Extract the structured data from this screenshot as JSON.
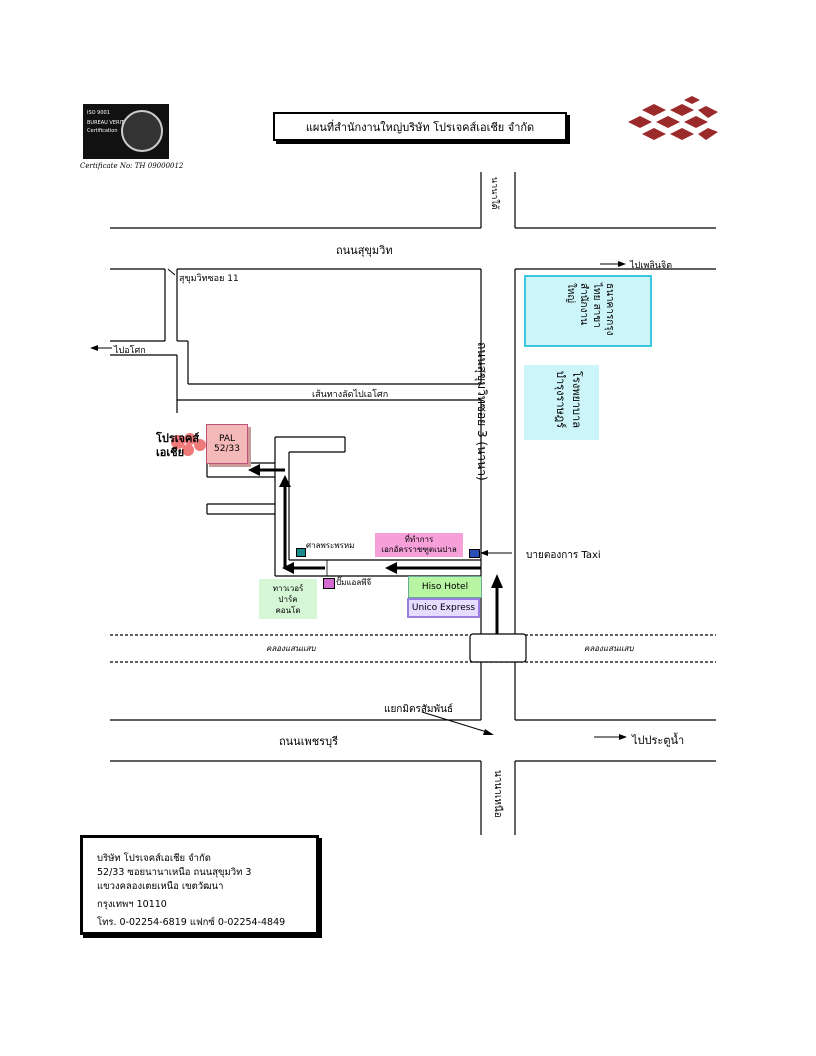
{
  "header": {
    "title": "แผนที่สำนักงานใหญ่บริษัท โปรเจคส์เอเชีย จำกัด",
    "cert_logo": {
      "line1": "ISO 9001",
      "line2": "BUREAU VERITAS",
      "line3": "Certification"
    },
    "certificate_no": "Certificate No: TH 09000012",
    "brand_color": "#9b2a2a"
  },
  "map": {
    "roads": {
      "sukhumvit": "ถนนสุขุมวิท",
      "phetchaburi": "ถนนเพชรบุรี",
      "nana_north": "ถนนสุขุมวิทซอย 3 (นานา)",
      "nana_top": "นานาใต้",
      "nana_bottom": "นานาเหนือ",
      "soi11": "สุขุมวิทซอย 11",
      "shortcut": "เส้นทางลัดไปเอโศก",
      "canal_left": "คลองแสนแสบ",
      "canal_right": "คลองแสนแสบ",
      "intersection": "แยกมิตรสัมพันธ์"
    },
    "directions": {
      "to_asok": "ไปอโศก",
      "to_ploenchit": "ไปเพลินจิต",
      "to_pratunam": "ไปประตูน้ำ"
    },
    "places": {
      "bank": "ธนาคารกรุงไทย สาขาสำนักงานใหญ่",
      "hospital": "โรงพยาบาลบำรุงราษฎร์",
      "company": "โปรเจคส์ เอเชีย",
      "pal_line1": "PAL",
      "pal_line2": "52/33",
      "embassy_line1": "ที่ทำการ",
      "embassy_line2": "เอกอัครราชฑูตเนปาล",
      "hiso": "Hiso Hotel",
      "unico": "Unico Express",
      "tower_line1": "ทาวเวอร์",
      "tower_line2": "ปาร์ค",
      "tower_line3": "คอนโด",
      "shrine": "ศาลพระพรหม",
      "pump": "ปั๊มแอลพีจี",
      "taxi": "บายตองการ Taxi"
    }
  },
  "address": {
    "line1": "บริษัท โปรเจคส์เอเชีย จำกัด",
    "line2": "52/33 ซอยนานาเหนือ ถนนสุขุมวิท 3",
    "line3": "แขวงคลองเตยเหนือ เขตวัฒนา",
    "line4": "กรุงเทพฯ   10110",
    "line5": "โทร.  0-02254-6819   แฟกซ์  0-02254-4849"
  }
}
